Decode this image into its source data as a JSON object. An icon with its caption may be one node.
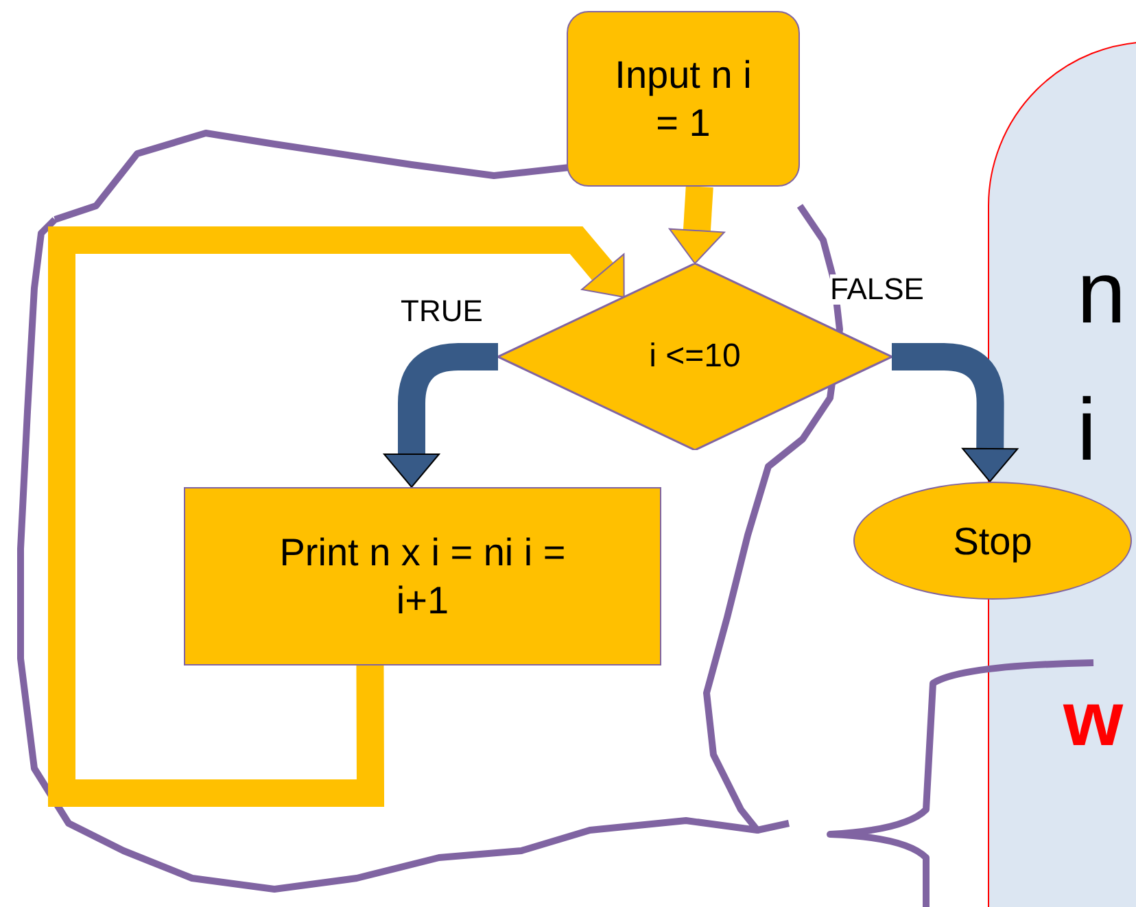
{
  "diagram": {
    "nodes": [
      {
        "text": [
          "Input n i = 1"
        ]
      },
      {
        "text": [
          "i <=10"
        ]
      },
      {
        "text": [
          "Print n x i = ni i = i+1"
        ]
      },
      {
        "text": [
          "Stop"
        ]
      },
      {
        "text": [
          "n",
          "i",
          "w"
        ]
      }
    ],
    "edges": [
      {
        "from": 0,
        "to": 1,
        "arrow": "to",
        "color": "#ffc000"
      },
      {
        "from": 1,
        "to": 2,
        "arrow": "to",
        "label": "TRUE",
        "color": "#375a87"
      },
      {
        "from": 1,
        "to": 3,
        "arrow": "to",
        "label": "FALSE",
        "color": "#375a87"
      },
      {
        "from": 2,
        "to": 1,
        "arrow": "to",
        "color": "#ffc000"
      }
    ]
  }
}
